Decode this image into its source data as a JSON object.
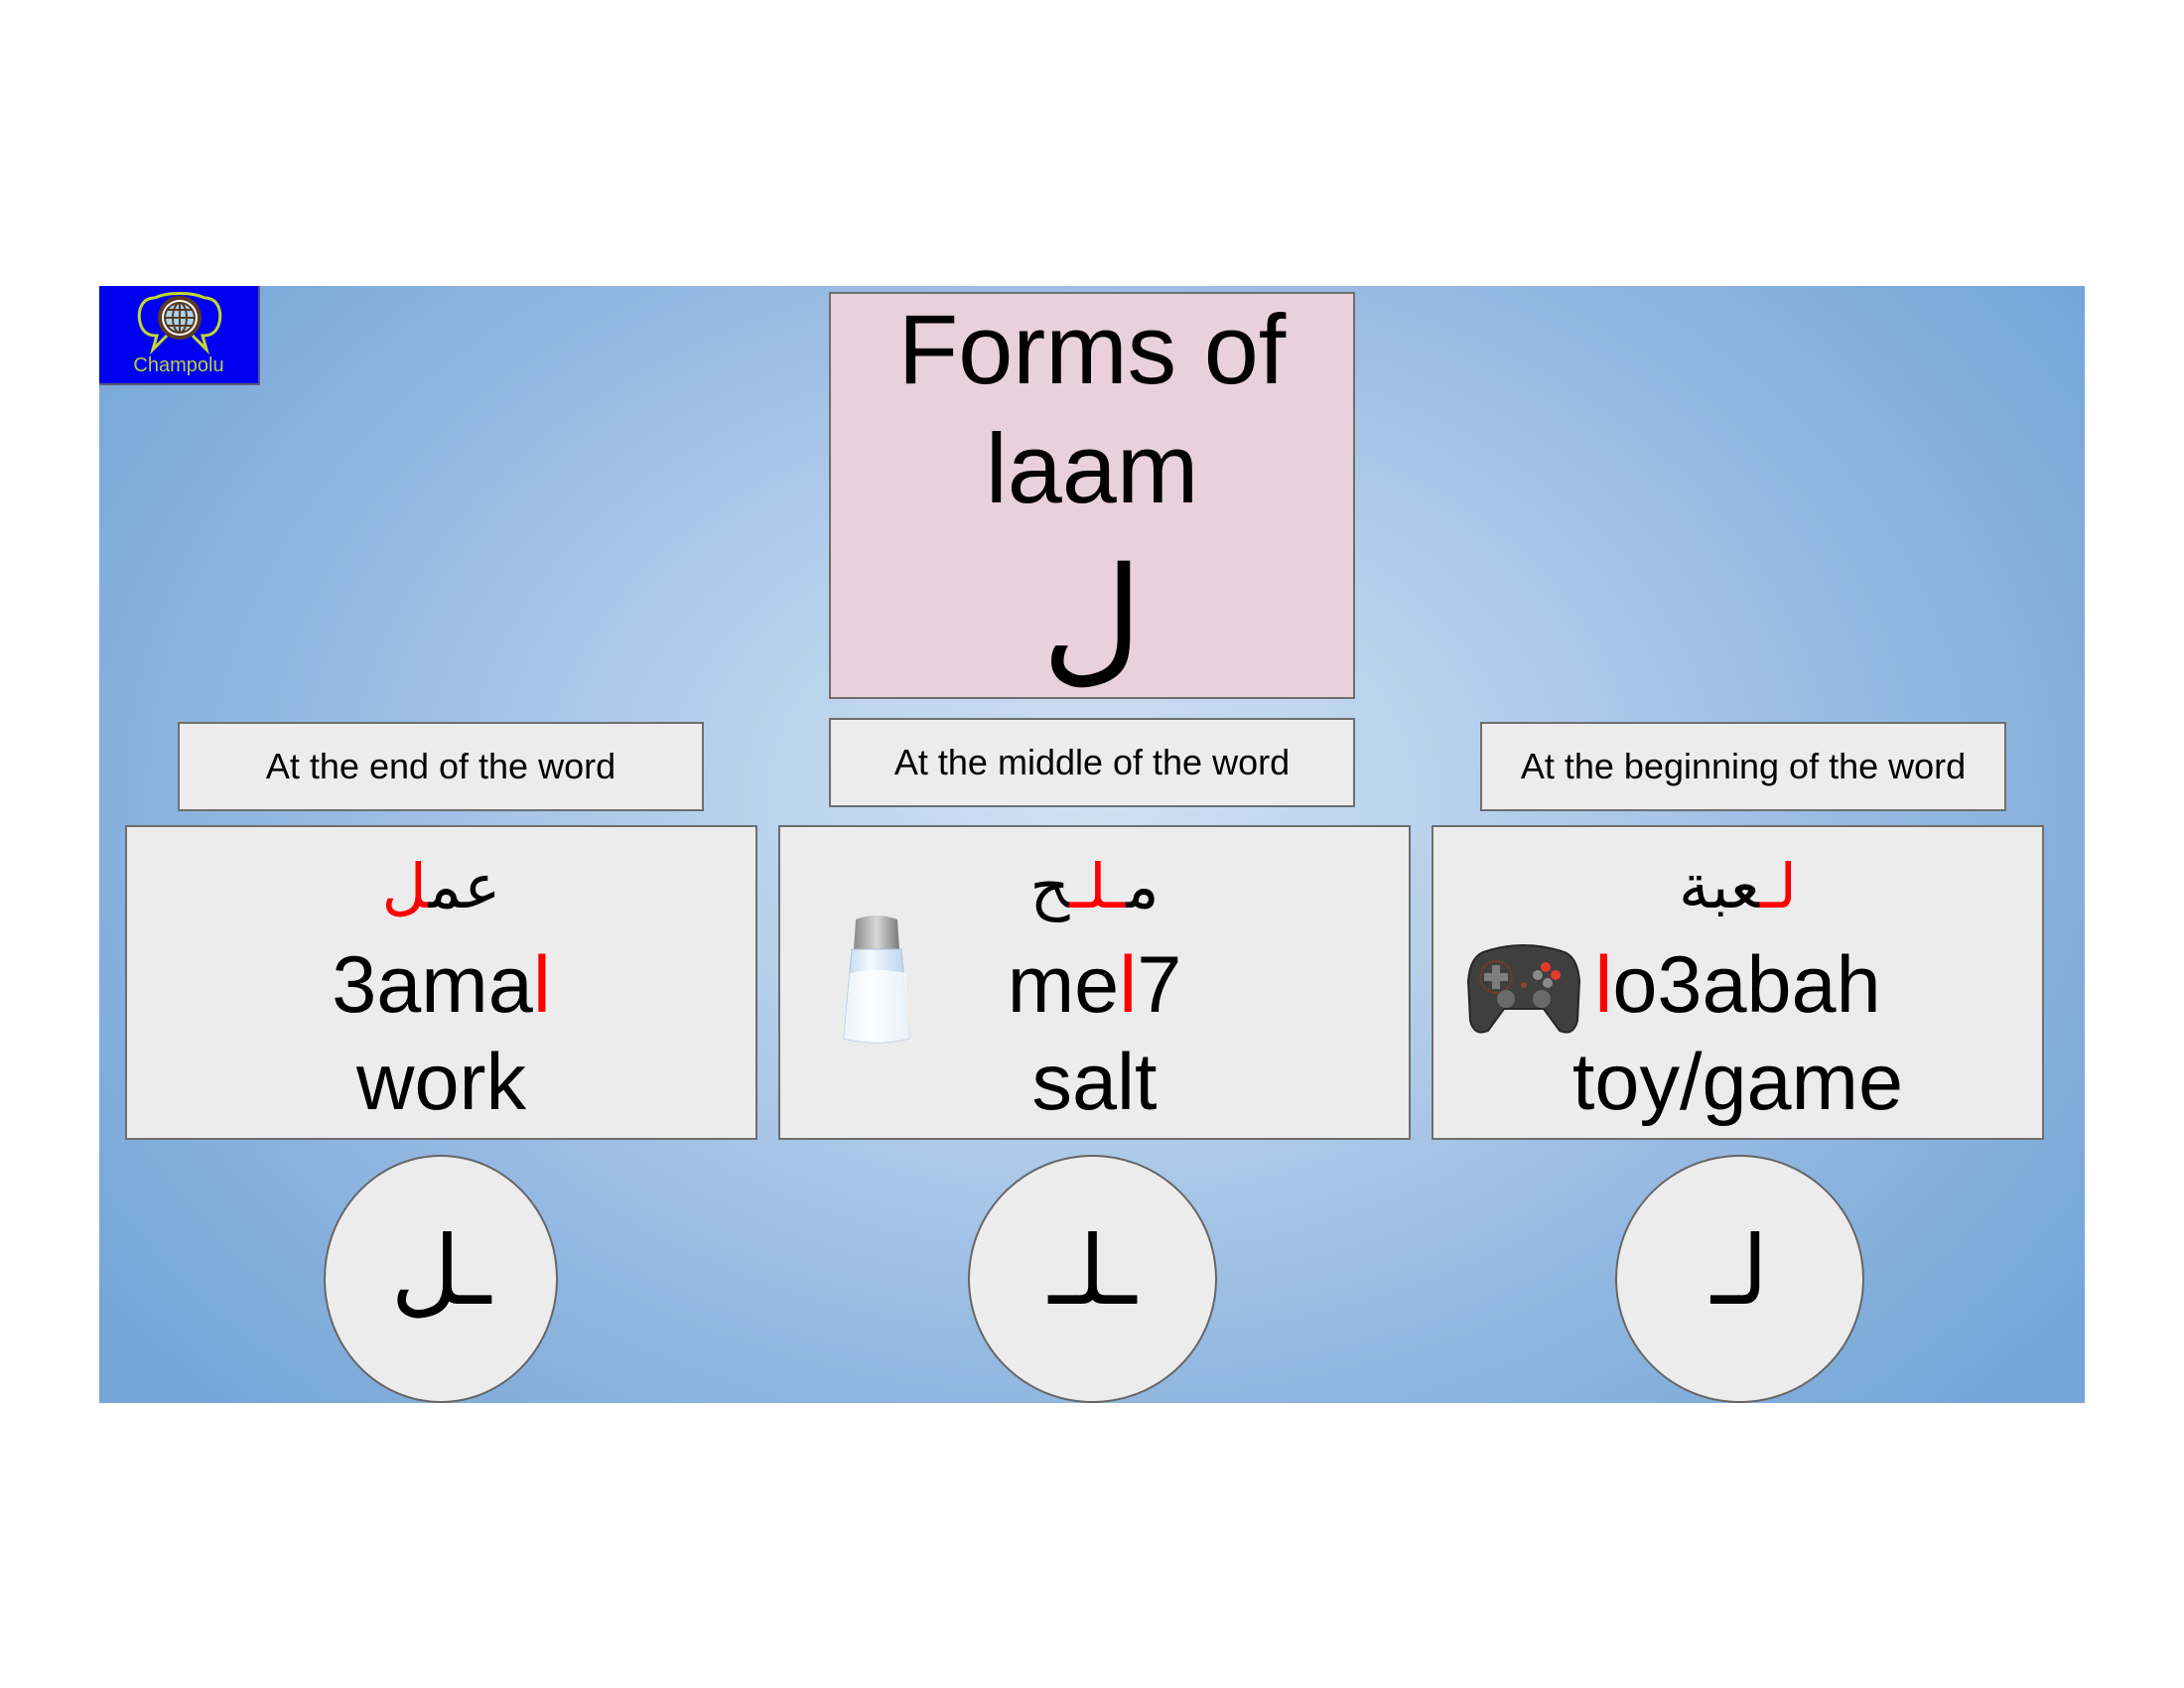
{
  "logo": {
    "brand": "Champolu",
    "icon": "globe-speech-bubble-icon"
  },
  "title": {
    "line1": "Forms of",
    "line2": "laam",
    "letter": "ل"
  },
  "colors": {
    "highlight": "#ff0000",
    "title_box": "#e8d1db",
    "card": "#ececec",
    "logo_bg": "#0000f2"
  },
  "positions": [
    {
      "label": "At the end of the word",
      "arabic_rest": "عم",
      "arabic_hl": "ل",
      "translit_pre": "3ama",
      "translit_hl": "l",
      "translit_post": "",
      "english": "work",
      "form": "ـل",
      "image": ""
    },
    {
      "label": "At the middle of the word",
      "arabic_pre": "م",
      "arabic_hl": "ـلـ",
      "arabic_post": "ح",
      "translit_pre": "me",
      "translit_hl": "l",
      "translit_post": "7",
      "english": "salt",
      "form": "ـلـ",
      "image": "salt-shaker-icon"
    },
    {
      "label": "At the beginning of the word",
      "arabic_hl": "لـ",
      "arabic_rest": "عبة",
      "translit_pre": "",
      "translit_hl": "l",
      "translit_post": "o3abah",
      "english": "toy/game",
      "form": "لـ",
      "image": "gamepad-icon"
    }
  ]
}
